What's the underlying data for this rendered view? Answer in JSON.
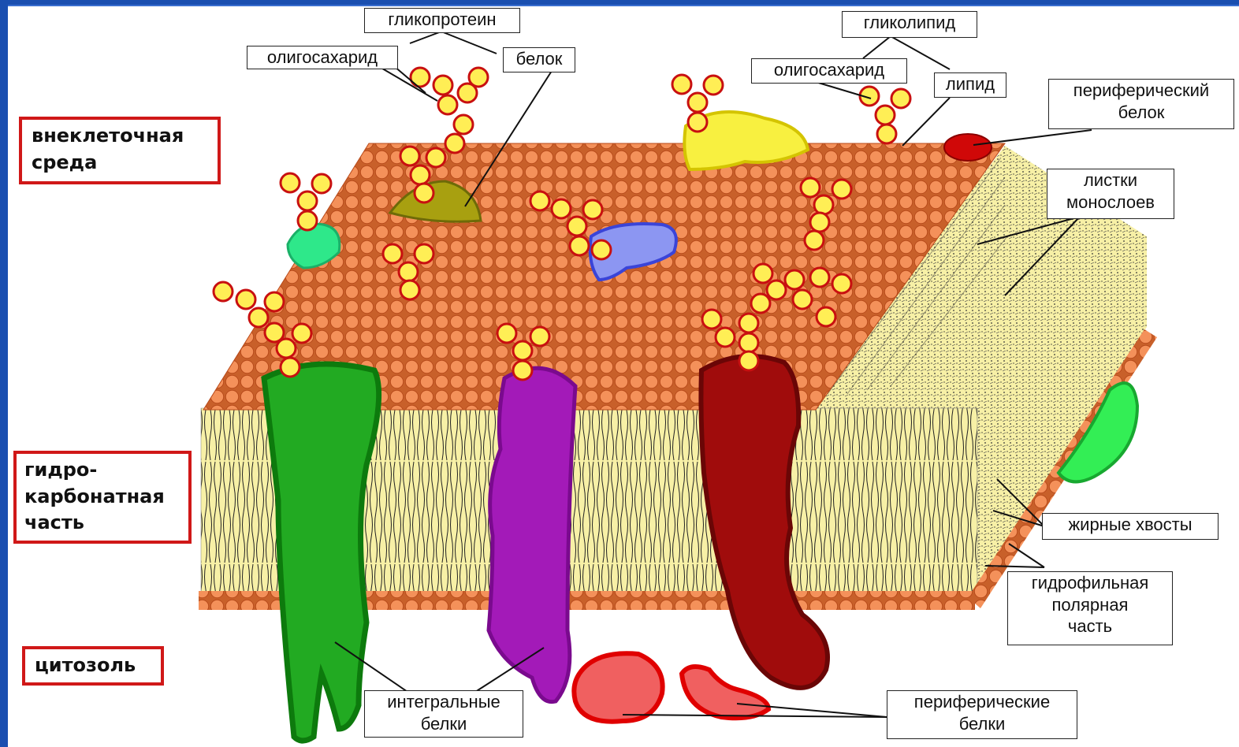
{
  "regions": {
    "extracellular": "внеклеточная\nсреда",
    "hydrocarbon": "гидро-\nкарбонатная\nчасть",
    "cytosol": "цитозоль"
  },
  "labels": {
    "glycoprotein": "гликопротеин",
    "oligosaccharide_left": "олигосахарид",
    "protein": "белок",
    "glycolipid": "гликолипид",
    "oligosaccharide_right": "олигосахарид",
    "lipid": "липид",
    "peripheral_protein_top": "периферический\nбелок",
    "monolayer_leaflets": "листки\nмонослоев",
    "fatty_tails": "жирные хвосты",
    "hydrophilic_part": "гидрофильная\nполярная\nчасть",
    "integral_proteins": "интегральные\nбелки",
    "peripheral_proteins_bottom": "периферические\nбелки"
  },
  "colors": {
    "background": "#1a4fb0",
    "lipid_head": "#f4915a",
    "lipid_head_outline": "#b84a1a",
    "tail_area": "#f7f0a6",
    "sugar_fill": "#ffee55",
    "sugar_outline": "#c81010",
    "region_border": "#d01818",
    "protein_green": "#22aa22",
    "protein_purple": "#a31ab8",
    "protein_darkred": "#a00c0c",
    "protein_blue": "#8c96f2",
    "protein_yellow": "#f8f040",
    "protein_olive": "#a8a010",
    "protein_mint": "#2ee88a",
    "protein_red": "#f06060"
  }
}
